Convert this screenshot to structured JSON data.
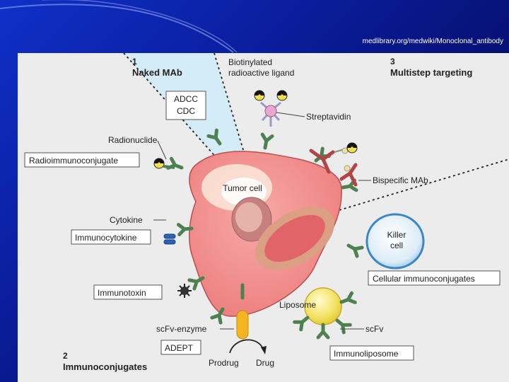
{
  "source_url": "medlibrary.org/medwiki/Monoclonal_antibody",
  "sections": {
    "naked": {
      "number": "1",
      "title": "Naked MAb",
      "effector": [
        "ADCC",
        "CDC"
      ]
    },
    "immunoconjugates": {
      "number": "2",
      "title": "Immunoconjugates"
    },
    "multistep": {
      "number": "3",
      "title": "Multistep targeting"
    }
  },
  "cell": {
    "label": "Tumor cell"
  },
  "labels": {
    "biotinylated": [
      "Biotinylated",
      "radioactive ligand"
    ],
    "streptavidin": "Streptavidin",
    "radionuclide": "Radionuclide",
    "radioimmunoconjugate": "Radioimmunoconjugate",
    "bispecific": "Bispecific MAb",
    "cytokine": "Cytokine",
    "immunocytokine": "Immunocytokine",
    "killer_cell": [
      "Killer",
      "cell"
    ],
    "cellular_immunoconjugates": "Cellular immunoconjugates",
    "immunotoxin": "Immunotoxin",
    "liposome": "Liposome",
    "scfv": "scFv",
    "scfv_enzyme": "scFv-enzyme",
    "adept": "ADEPT",
    "prodrug": "Prodrug",
    "drug": "Drug",
    "immunoliposome": "Immunoliposome"
  }
}
